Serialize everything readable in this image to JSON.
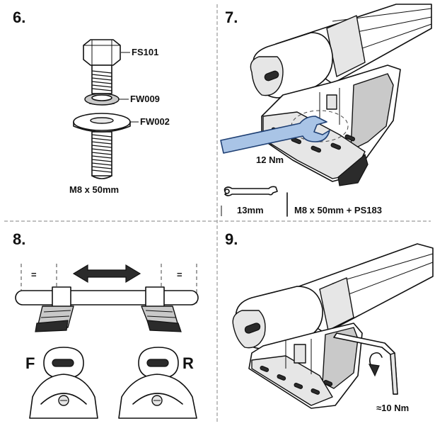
{
  "steps": [
    {
      "number": "6."
    },
    {
      "number": "7."
    },
    {
      "number": "8."
    },
    {
      "number": "9."
    }
  ],
  "step6": {
    "parts": [
      "FS101",
      "FW009",
      "FW002"
    ],
    "bolt_size": "M8 x 50mm"
  },
  "step7": {
    "torque": "12 Nm",
    "wrench_size": "13mm",
    "hardware": "M8 x 50mm + PS183"
  },
  "step8": {
    "equal_marks": [
      "=",
      "="
    ],
    "front_letter": "F",
    "rear_letter": "R"
  },
  "step9": {
    "torque": "≈10 Nm"
  },
  "colors": {
    "tool_blue": "#a9c4e6",
    "tool_outline": "#1e3f73",
    "divider": "#9a9a9a",
    "ink": "#111111"
  },
  "icons": [
    "bolt-icon",
    "washer-icon",
    "wrench-icon",
    "double-arrow-icon",
    "hex-key-icon",
    "rotation-arrow-icon"
  ]
}
